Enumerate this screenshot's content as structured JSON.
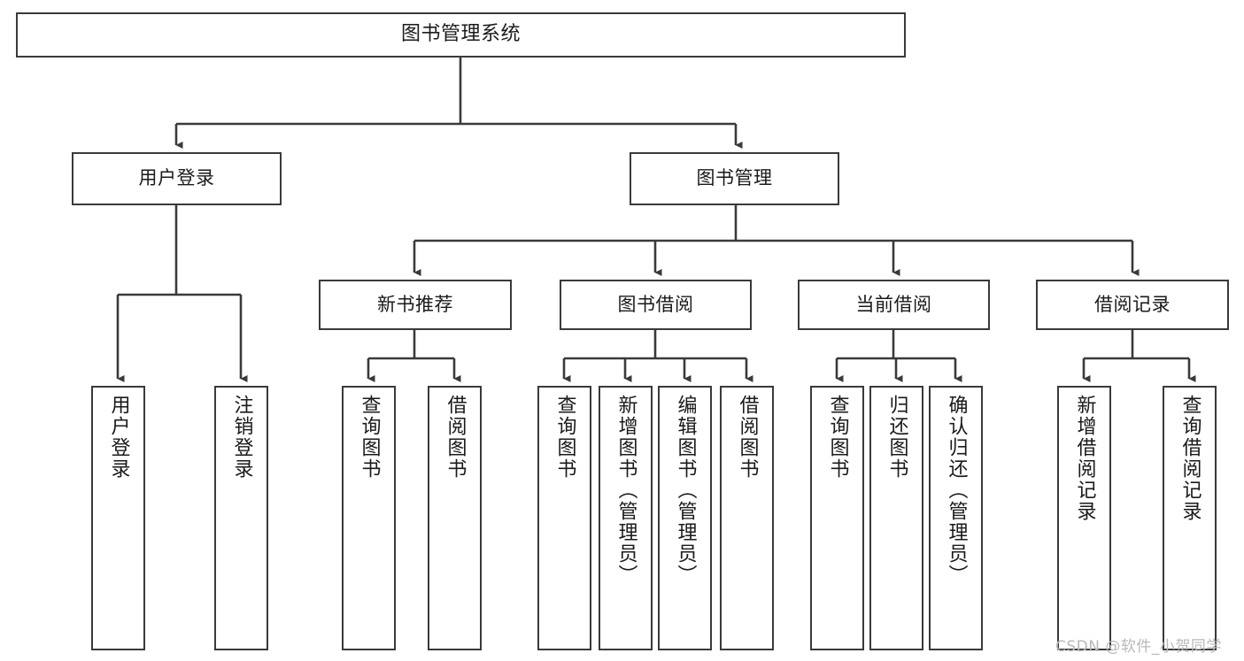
{
  "diagram": {
    "title": "图书管理系统",
    "root": {
      "label": "图书管理系统"
    },
    "level1": [
      {
        "label": "用户登录"
      },
      {
        "label": "图书管理"
      }
    ],
    "level2": [
      {
        "label": "新书推荐"
      },
      {
        "label": "图书借阅"
      },
      {
        "label": "当前借阅"
      },
      {
        "label": "借阅记录"
      }
    ],
    "leaves": {
      "user_login": [
        {
          "label": "用户登录"
        },
        {
          "label": "注销登录"
        }
      ],
      "new_book_recommend": [
        {
          "label": "查询图书"
        },
        {
          "label": "借阅图书"
        }
      ],
      "book_borrow": [
        {
          "label": "查询图书"
        },
        {
          "label": "新增图书（管理员）"
        },
        {
          "label": "编辑图书（管理员）"
        },
        {
          "label": "借阅图书"
        }
      ],
      "current_borrow": [
        {
          "label": "查询图书"
        },
        {
          "label": "归还图书"
        },
        {
          "label": "确认归还（管理员）"
        }
      ],
      "borrow_record": [
        {
          "label": "新增借阅记录"
        },
        {
          "label": "查询借阅记录"
        }
      ]
    }
  },
  "watermark": {
    "text": "CSDN @软件_小贺同学"
  },
  "colors": {
    "stroke": "#3a3a3a",
    "fill": "#ffffff",
    "text": "#1a1a1a",
    "watermark": "#b9b9b9"
  }
}
